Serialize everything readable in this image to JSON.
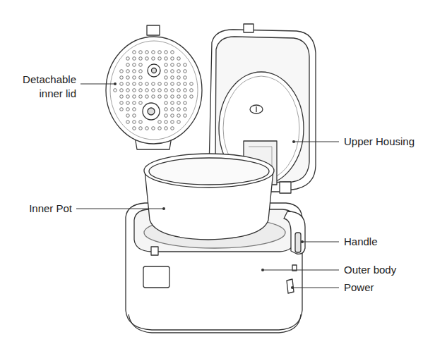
{
  "diagram": {
    "labels": [
      "Detachable inner lid",
      "Upper Housing",
      "Inner Pot",
      "Handle",
      "Outer body",
      "Power"
    ]
  }
}
